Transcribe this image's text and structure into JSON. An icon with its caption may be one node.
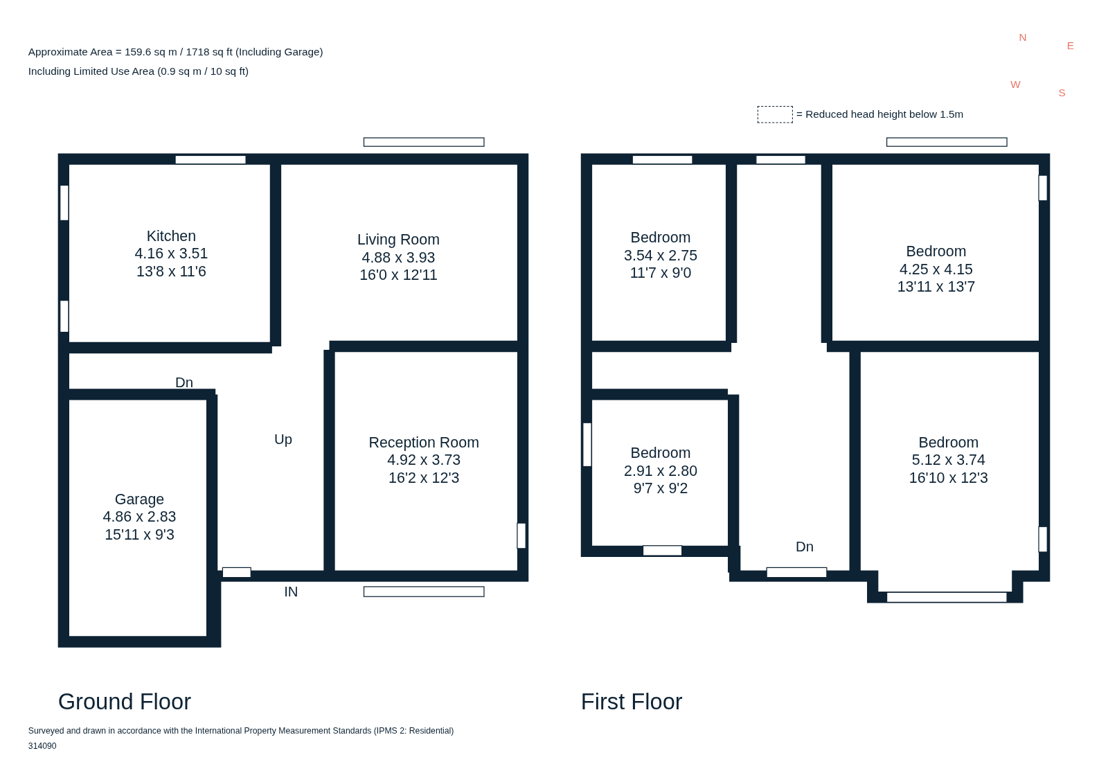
{
  "diagram": {
    "nodes": [
      {
        "text": [
          "Ground Floor"
        ]
      },
      {
        "text": [
          "Kitchen",
          "4.16 x 3.51",
          "13'8 x 11'6"
        ],
        "in": 0
      },
      {
        "text": [
          "Living Room",
          "4.88 x 3.93",
          "16'0 x 12'11"
        ],
        "in": 0
      },
      {
        "text": [
          "Reception Room",
          "4.92 x 3.73",
          "16'2 x 12'3"
        ],
        "in": 0
      },
      {
        "text": [
          "Garage",
          "4.86 x 2.83",
          "15'11 x 9'3"
        ],
        "in": 0
      },
      {
        "text": [
          "First Floor"
        ]
      },
      {
        "text": [
          "Bedroom",
          "3.54 x 2.75",
          "11'7 x 9'0"
        ],
        "in": 5
      },
      {
        "text": [
          "Bedroom",
          "4.25 x 4.15",
          "13'11 x 13'7"
        ],
        "in": 5
      },
      {
        "text": [
          "Bedroom",
          "2.91 x 2.80",
          "9'7 x 9'2"
        ],
        "in": 5
      },
      {
        "text": [
          "Bedroom",
          "5.12 x 3.74",
          "16'10 x 12'3"
        ],
        "in": 5
      }
    ],
    "labels": [
      "Approximate Area = 159.6 sq m / 1718 sq ft (Including Garage)",
      "Including Limited Use Area (0.9 sq m / 10 sq ft)",
      "N",
      "E",
      "W",
      "S",
      "Dn",
      "Up",
      "IN",
      "Dn",
      "Surveyed and drawn in accordance with the International Property Measurement Standards (IPMS 2: Residential)",
      "314090"
    ],
    "legend": [
      {
        "text": "= Reduced head height below 1.5m"
      }
    ]
  }
}
